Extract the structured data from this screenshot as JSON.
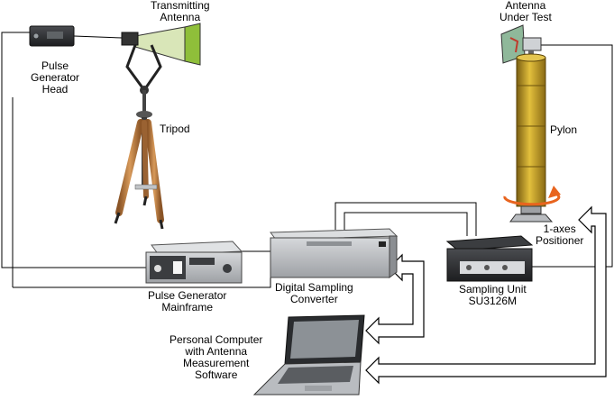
{
  "labels": {
    "transmitting_antenna": "Transmitting\nAntenna",
    "antenna_under_test": "Antenna\nUnder Test",
    "pulse_generator_head": "Pulse\nGenerator\nHead",
    "tripod": "Tripod",
    "pylon": "Pylon",
    "positioner": "1-axes\nPositioner",
    "pulse_generator_mainframe": "Pulse Generator\nMainframe",
    "digital_sampling_converter": "Digital Sampling\nConverter",
    "sampling_unit": "Sampling Unit\nSU3126M",
    "personal_computer": "Personal Computer\nwith Antenna\nMeasurement\nSoftware"
  },
  "colors": {
    "wire": "#000000",
    "pylon": "#c9a227",
    "rotation_arrow": "#e8641e",
    "tripod_legs": "#b8733a",
    "device_gray": "#b9bcc0",
    "device_dark": "#2b2d30",
    "antenna_green": "#8fbf3a"
  }
}
